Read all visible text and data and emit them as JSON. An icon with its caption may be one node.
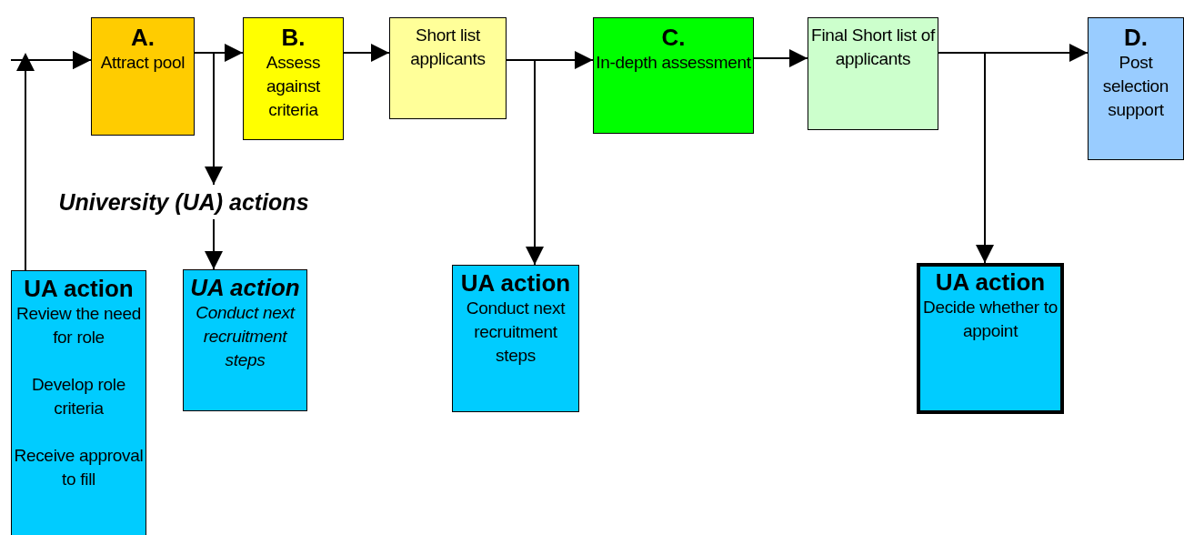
{
  "diagram": {
    "nodes": [
      {
        "text": [
          "A.",
          "Attract pool"
        ]
      },
      {
        "text": [
          "B.",
          "Assess against criteria"
        ]
      },
      {
        "text": [
          "Short list applicants"
        ]
      },
      {
        "text": [
          "C.",
          "In-depth assessment"
        ]
      },
      {
        "text": [
          "Final Short list  of applicants"
        ]
      },
      {
        "text": [
          "D.",
          "Post selection support"
        ]
      },
      {
        "text": [
          "University (UA) actions"
        ]
      },
      {
        "text": [
          "UA action",
          "Review the need for role",
          "Develop role criteria",
          "Receive approval to fill"
        ]
      },
      {
        "text": [
          "UA action",
          "Conduct next recruitment steps"
        ]
      },
      {
        "text": [
          "UA action",
          "Conduct next recruitment steps"
        ]
      },
      {
        "text": [
          "UA action",
          "Decide whether to appoint"
        ]
      }
    ],
    "edges": [
      {
        "from": null,
        "to": 0,
        "arrow": "to"
      },
      {
        "from": 7,
        "to": 0,
        "arrow": "to"
      },
      {
        "from": 0,
        "to": 1,
        "arrow": "to"
      },
      {
        "from": 0,
        "to": 6,
        "arrow": "to"
      },
      {
        "from": 6,
        "to": 8,
        "arrow": "to"
      },
      {
        "from": 1,
        "to": 2,
        "arrow": "to"
      },
      {
        "from": 2,
        "to": 3,
        "arrow": "to"
      },
      {
        "from": 2,
        "to": 9,
        "arrow": "to"
      },
      {
        "from": 3,
        "to": 4,
        "arrow": "to"
      },
      {
        "from": 4,
        "to": 5,
        "arrow": "to"
      },
      {
        "from": 4,
        "to": 10,
        "arrow": "to"
      }
    ]
  }
}
